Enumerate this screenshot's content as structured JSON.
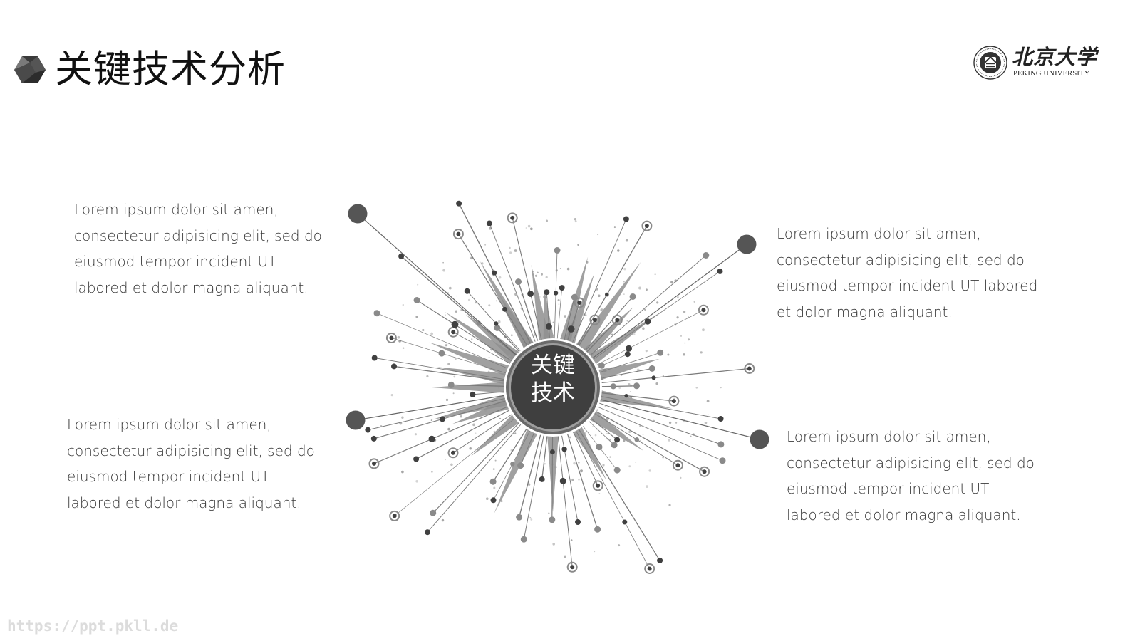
{
  "title": "关键技术分析",
  "logo": {
    "chinese_name": "北京大学",
    "english_name": "PEKING UNIVERSITY"
  },
  "center": {
    "line1": "关键",
    "line2": "技术"
  },
  "blocks": {
    "top_left": [
      "Lorem ipsum dolor sit amen,",
      "consectetur adipisicing elit, sed do",
      "eiusmod tempor incident UT",
      "labored et dolor magna aliquant."
    ],
    "top_right": [
      "Lorem ipsum dolor sit amen,",
      "consectetur adipisicing elit, sed do",
      "eiusmod tempor incident UT labored",
      "et dolor magna aliquant."
    ],
    "bottom_left": [
      "Lorem ipsum dolor sit amen,",
      "consectetur adipisicing elit, sed do",
      "eiusmod tempor incident UT",
      "labored et dolor magna aliquant."
    ],
    "bottom_right": [
      "Lorem ipsum dolor sit amen,",
      "consectetur adipisicing elit, sed do",
      "eiusmod tempor incident UT",
      "labored et dolor magna aliquant."
    ]
  },
  "watermark": "https://ppt.pkll.de",
  "colors": {
    "hub_fill": "#3f3f3f",
    "hub_ring": "#6a6a6a",
    "spike_fill": "#8f8f8f",
    "ray": "#7a7a7a",
    "node_dark": "#404040",
    "node_mid": "#8a8a8a",
    "connector_dot": "#555555"
  }
}
